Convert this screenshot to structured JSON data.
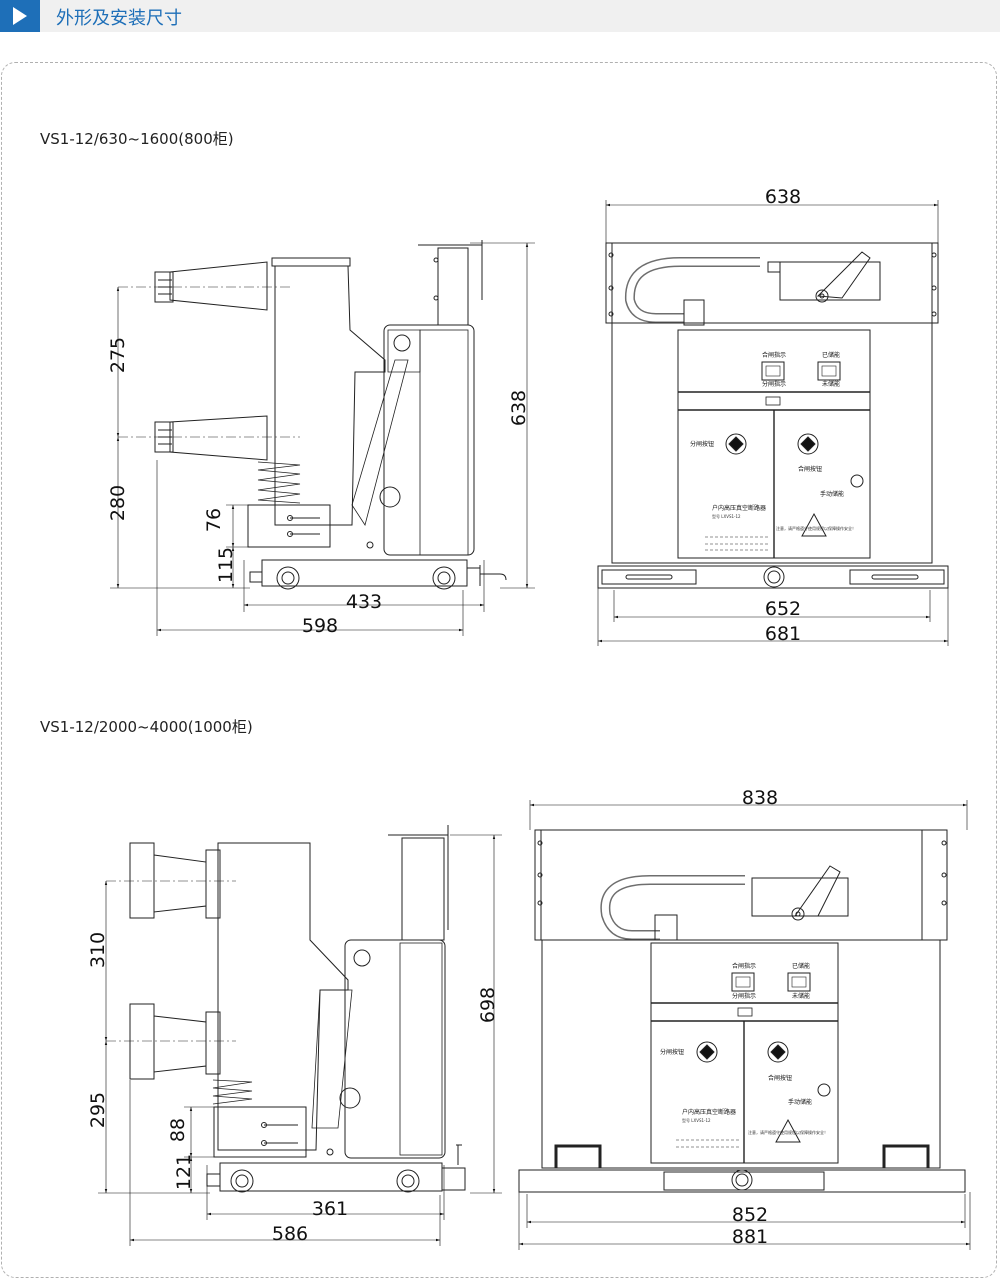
{
  "header": {
    "title": "外形及安装尺寸",
    "accent": "#1e6fb8"
  },
  "diagrams": [
    {
      "model": "VS1-12/630~1600(800柜)",
      "side_dims": {
        "top_gap": "275",
        "bottom_gap": "280",
        "d76": "76",
        "d115": "115",
        "width_inner": "433",
        "width_total": "598",
        "height": "638"
      },
      "front_dims": {
        "top_width": "638",
        "base_inner": "652",
        "base_total": "681"
      }
    },
    {
      "model": "VS1-12/2000~4000(1000柜)",
      "side_dims": {
        "top_gap": "310",
        "bottom_gap": "295",
        "d88": "88",
        "d121": "121",
        "width_inner": "361",
        "width_total": "586",
        "height": "698"
      },
      "front_dims": {
        "top_width": "838",
        "base_inner": "852",
        "base_total": "881"
      }
    }
  ],
  "panel_labels": {
    "close_indicator": "合闸指示",
    "open_indicator": "分闸指示",
    "stored": "已储能",
    "not_stored": "未储能",
    "open_button": "分闸按钮",
    "close_button": "合闸按钮",
    "manual_charge": "手动储能",
    "nameplate": "户内高压真空断路器",
    "type_line": "型号 LXVS1-12",
    "warning": "注意，请严格遵守使用规程以保障操作安全！"
  }
}
